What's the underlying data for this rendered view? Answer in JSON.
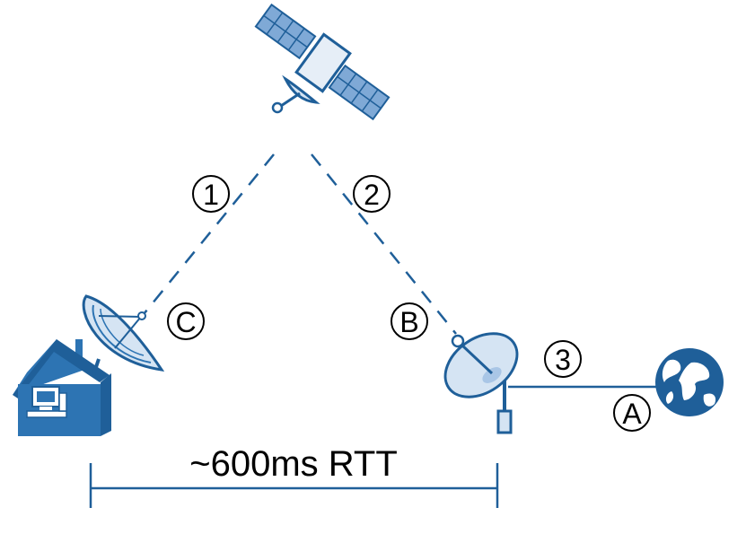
{
  "labels": {
    "uplink_user": "1",
    "downlink_gateway": "2",
    "terrestrial_link": "3",
    "point_a": "A",
    "point_b": "B",
    "point_c": "C",
    "rtt": "~600ms RTT"
  },
  "icons": {
    "satellite": "satellite-icon",
    "user_dish": "user-dish-icon",
    "house": "house-icon",
    "computer": "computer-icon",
    "gateway_dish": "gateway-dish-icon",
    "internet_globe": "globe-icon"
  },
  "colors": {
    "primary_blue": "#1f5f99",
    "mid_blue": "#2d74b3",
    "light_blue": "#d5e4f3",
    "panel_blue": "#7fa9d6",
    "text": "#000000"
  }
}
